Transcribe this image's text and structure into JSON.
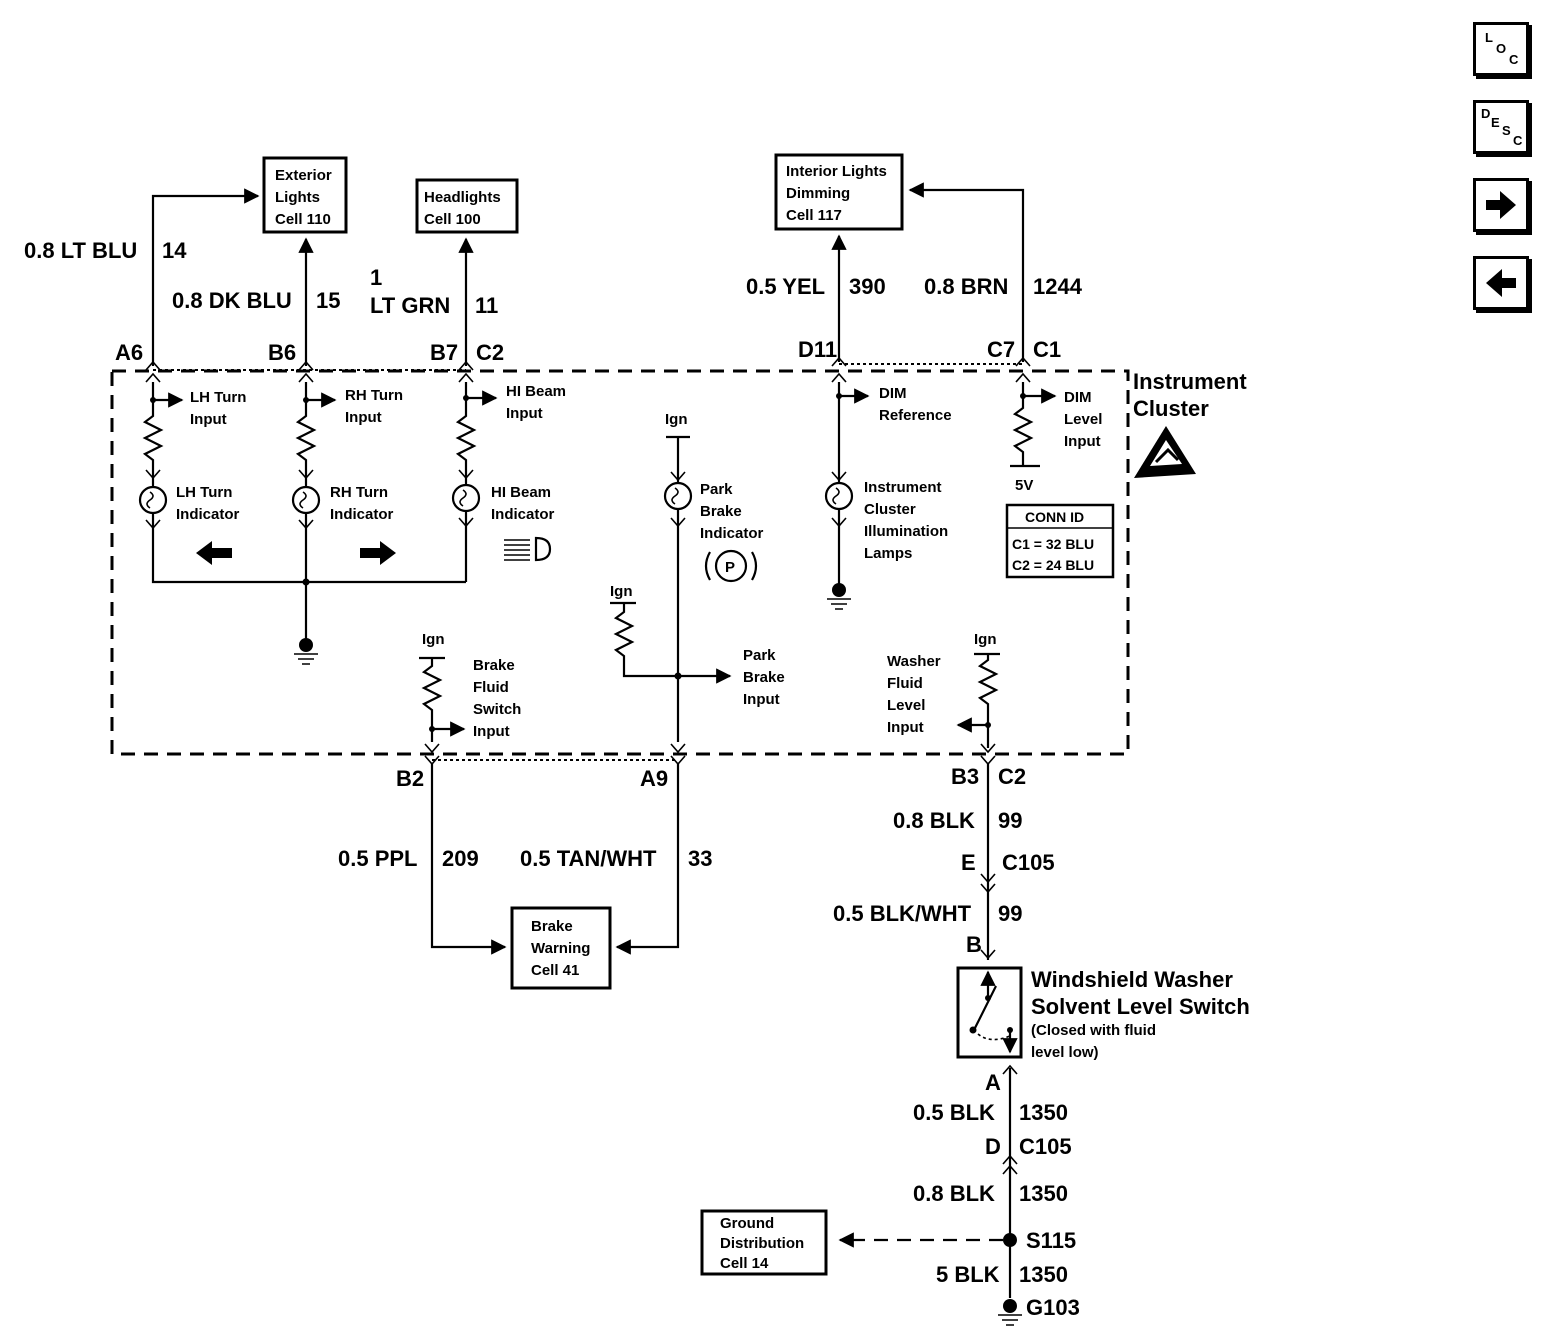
{
  "nav": {
    "loc": [
      "L",
      "O",
      "C"
    ],
    "desc": [
      "D",
      "E",
      "S",
      "C"
    ]
  },
  "boxes": {
    "exterior": [
      "Exterior",
      "Lights",
      "Cell 110"
    ],
    "headlights": [
      "Headlights",
      "Cell 100"
    ],
    "interior": [
      "Interior Lights",
      "Dimming",
      "Cell 117"
    ],
    "brake_warning": [
      "Brake",
      "Warning",
      "Cell 41"
    ],
    "ground_dist": [
      "Ground",
      "Distribution",
      "Cell 14"
    ],
    "conn_id_title": "CONN ID",
    "conn_id_c1": "C1 = 32 BLU",
    "conn_id_c2": "C2 = 24 BLU"
  },
  "wires": {
    "w14": {
      "color": "0.8 LT BLU",
      "num": "14"
    },
    "w15": {
      "color": "0.8 DK BLU",
      "num": "15"
    },
    "w11": {
      "color_line1": "1",
      "color_line2": "LT GRN",
      "num": "11"
    },
    "w390": {
      "color": "0.5 YEL",
      "num": "390"
    },
    "w1244": {
      "color": "0.8 BRN",
      "num": "1244"
    },
    "w209": {
      "color": "0.5 PPL",
      "num": "209"
    },
    "w33": {
      "color": "0.5 TAN/WHT",
      "num": "33"
    },
    "w99a": {
      "color": "0.8 BLK",
      "num": "99"
    },
    "w99b": {
      "color": "0.5 BLK/WHT",
      "num": "99"
    },
    "w1350a": {
      "color": "0.5 BLK",
      "num": "1350"
    },
    "w1350b": {
      "color": "0.8 BLK",
      "num": "1350"
    },
    "w1350c": {
      "color": "5 BLK",
      "num": "1350"
    }
  },
  "pins": {
    "a6": "A6",
    "b6": "B6",
    "b7": "B7",
    "c2_top": "C2",
    "d11": "D11",
    "c7": "C7",
    "c1": "C1",
    "b2": "B2",
    "a9": "A9",
    "b3": "B3",
    "c2_bot": "C2",
    "e": "E",
    "c105_a": "C105",
    "b": "B",
    "a": "A",
    "d": "D",
    "c105_b": "C105",
    "s115": "S115",
    "g103": "G103"
  },
  "cluster": {
    "title_line1": "Instrument",
    "title_line2": "Cluster",
    "lh_input": [
      "LH Turn",
      "Input"
    ],
    "rh_input": [
      "RH Turn",
      "Input"
    ],
    "hi_input": [
      "HI Beam",
      "Input"
    ],
    "dim_ref": [
      "DIM",
      "Reference"
    ],
    "dim_level": [
      "DIM",
      "Level",
      "Input"
    ],
    "five_v": "5V",
    "lh_ind": [
      "LH Turn",
      "Indicator"
    ],
    "rh_ind": [
      "RH Turn",
      "Indicator"
    ],
    "hi_ind": [
      "HI Beam",
      "Indicator"
    ],
    "park_ind": [
      "Park",
      "Brake",
      "Indicator"
    ],
    "illum": [
      "Instrument",
      "Cluster",
      "Illumination",
      "Lamps"
    ],
    "ign": "Ign",
    "park_input": [
      "Park",
      "Brake",
      "Input"
    ],
    "brake_fluid": [
      "Brake",
      "Fluid",
      "Switch",
      "Input"
    ],
    "washer_fluid": [
      "Washer",
      "Fluid",
      "Level",
      "Input"
    ],
    "park_symbol": "P"
  },
  "switch": {
    "title_line1": "Windshield Washer",
    "title_line2": "Solvent Level Switch",
    "note_line1": "(Closed with fluid",
    "note_line2": "level low)"
  }
}
